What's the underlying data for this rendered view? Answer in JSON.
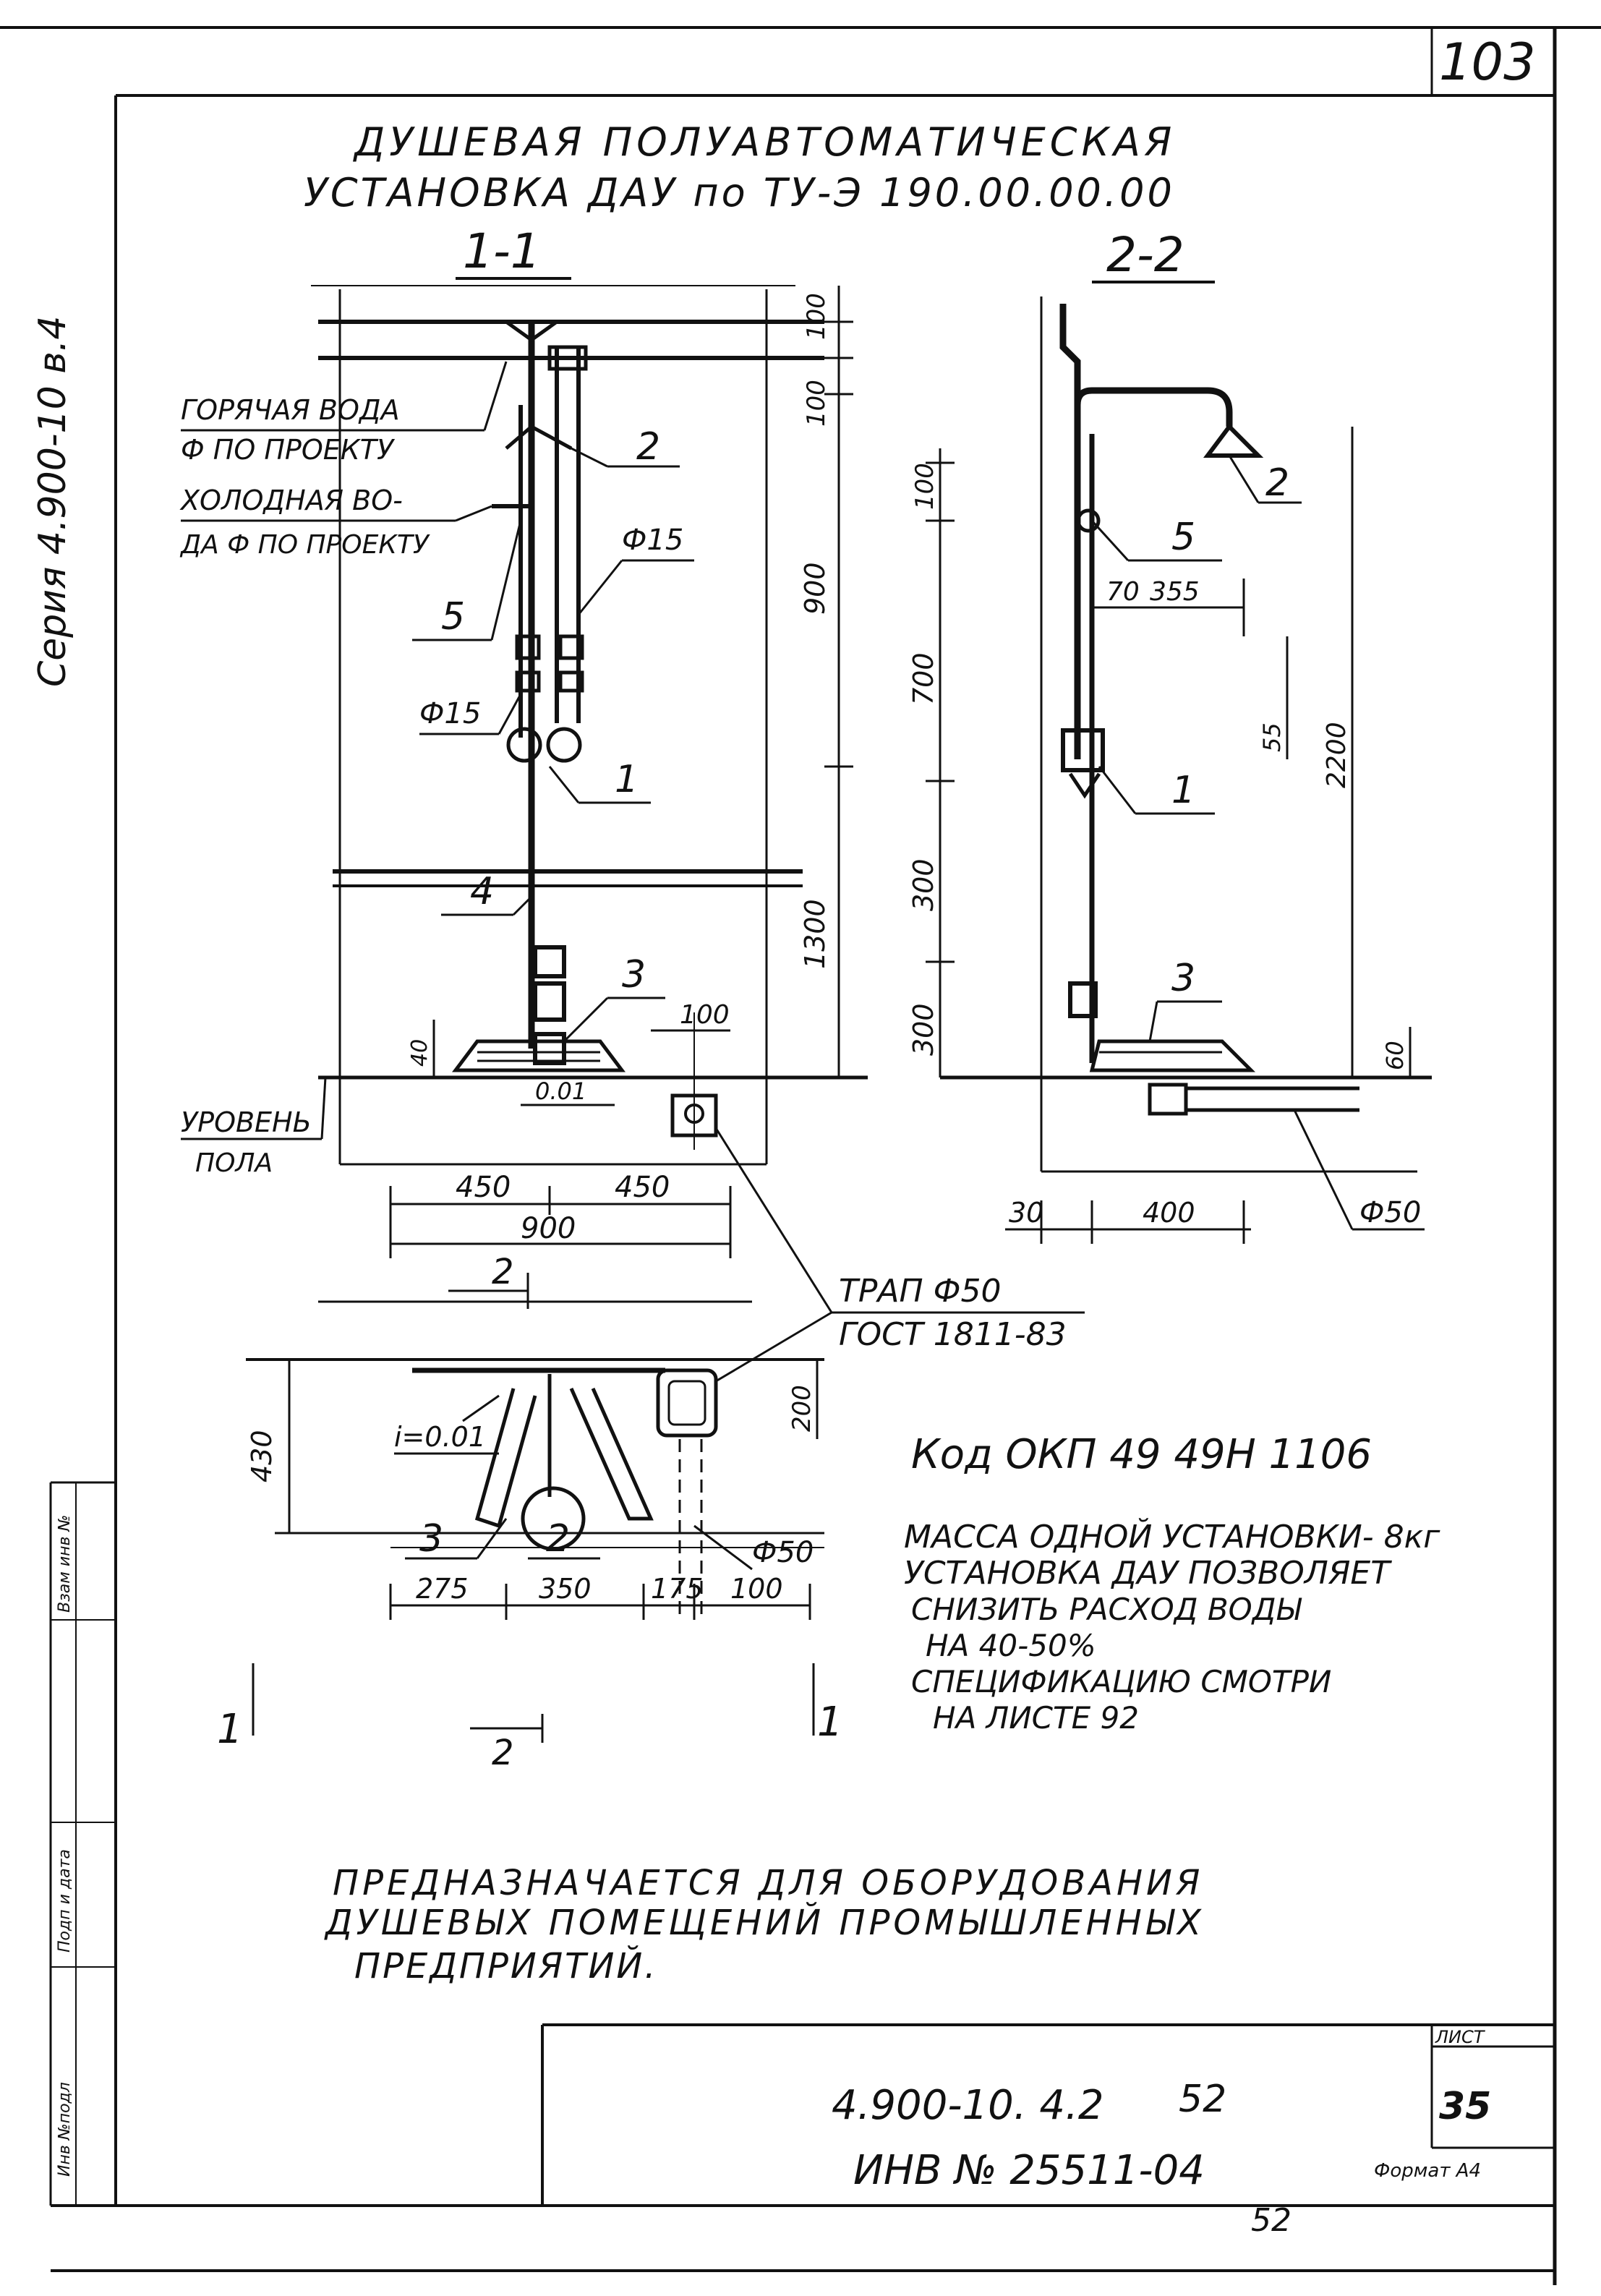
{
  "sheet": {
    "page_top_number": "103",
    "series_vertical": "Серия 4.900-10 в.4",
    "title_line1": "ДУШЕВАЯ ПОЛУАВТОМАТИЧЕСКАЯ",
    "title_line2": "УСТАНОВКА ДАУ по ТУ-Э 190.00.00.00",
    "code": "4.900-10. 4.2",
    "code_extra": "52",
    "sheet_label": "ЛИСТ",
    "sheet_number": "35",
    "inventory": "ИНВ № 25511-04",
    "inventory_extra": "52",
    "format": "Формат А4",
    "stamp_cells": [
      "Инв №подл",
      "Подп и дата",
      "Взам инв №"
    ]
  },
  "section_1_1": {
    "label": "1-1",
    "hot_water_line1": "ГОРЯЧАЯ ВОДА",
    "hot_water_line2": "Ф ПО ПРОЕКТУ",
    "cold_water_line1": "ХОЛОДНАЯ ВО-",
    "cold_water_line2": "ДА Ф ПО ПРОЕКТУ",
    "dims": [
      "100",
      "100",
      "900",
      "1300",
      "40",
      "100",
      "450",
      "450",
      "900"
    ],
    "pipe_d1": "Ф15",
    "pipe_d2": "Ф15",
    "slope": "0.01",
    "floor_line1": "УРОВЕНЬ",
    "floor_line2": "ПОЛА",
    "callouts": [
      "1",
      "2",
      "3",
      "4",
      "5"
    ]
  },
  "section_2_2": {
    "label": "2-2",
    "dims": [
      "100",
      "700",
      "300",
      "300",
      "70",
      "355",
      "55",
      "2200",
      "60",
      "30",
      "400"
    ],
    "drain_d": "Ф50",
    "callouts": [
      "1",
      "2",
      "3",
      "5"
    ]
  },
  "plan": {
    "drain_line1": "ТРАП Ф50",
    "drain_line2": "ГОСТ 1811-83",
    "dims": [
      "430",
      "200",
      "275",
      "350",
      "175",
      "100"
    ],
    "slope": "i=0.01",
    "drain_d": "Ф50",
    "section_marks": [
      "1",
      "1",
      "2",
      "2"
    ],
    "callouts": [
      "2",
      "3"
    ]
  },
  "notes": {
    "okp_code": "Код ОКП 49 49Н 1106",
    "lines": [
      "МАССА ОДНОЙ УСТАНОВКИ- 8кг",
      "УСТАНОВКА ДАУ ПОЗВОЛЯЕТ",
      "СНИЗИТЬ РАСХОД ВОДЫ",
      "НА 40-50%",
      "СПЕЦИФИКАЦИЮ СМОТРИ",
      "НА ЛИСТЕ 92"
    ],
    "purpose_line1": "ПРЕДНАЗНАЧАЕТСЯ ДЛЯ ОБОРУДОВАНИЯ",
    "purpose_line2": "ДУШЕВЫХ ПОМЕЩЕНИЙ ПРОМЫШЛЕННЫХ",
    "purpose_line3": "ПРЕДПРИЯТИЙ."
  }
}
